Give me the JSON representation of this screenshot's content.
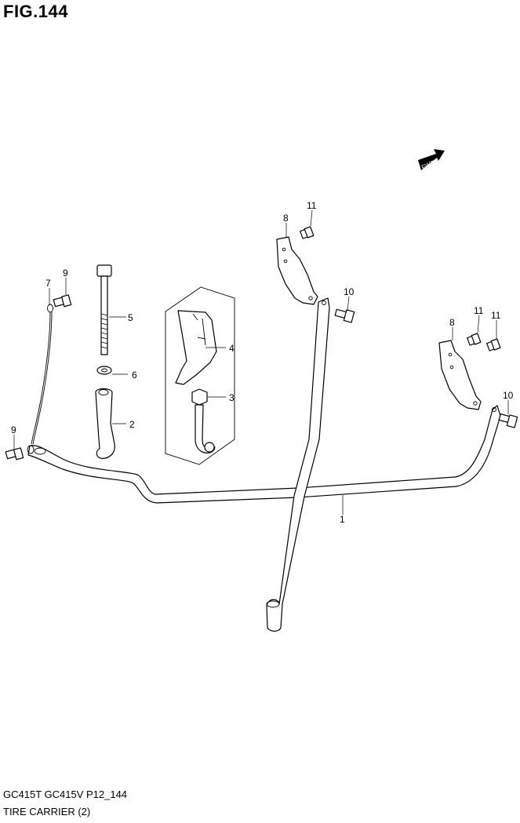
{
  "figure": {
    "title": "FIG.144",
    "model_code": "GC415T GC415V P12_144",
    "caption": "TIRE CARRIER (2)",
    "fwd_label": "FWD"
  },
  "callouts": [
    {
      "id": "c1",
      "label": "1"
    },
    {
      "id": "c2",
      "label": "2"
    },
    {
      "id": "c3",
      "label": "3"
    },
    {
      "id": "c4",
      "label": "4"
    },
    {
      "id": "c5",
      "label": "5"
    },
    {
      "id": "c6",
      "label": "6"
    },
    {
      "id": "c7",
      "label": "7"
    },
    {
      "id": "c8a",
      "label": "8"
    },
    {
      "id": "c8b",
      "label": "8"
    },
    {
      "id": "c9a",
      "label": "9"
    },
    {
      "id": "c9b",
      "label": "9"
    },
    {
      "id": "c10a",
      "label": "10"
    },
    {
      "id": "c10b",
      "label": "10"
    },
    {
      "id": "c11a",
      "label": "11"
    },
    {
      "id": "c11b",
      "label": "11"
    },
    {
      "id": "c11c",
      "label": "11"
    }
  ]
}
